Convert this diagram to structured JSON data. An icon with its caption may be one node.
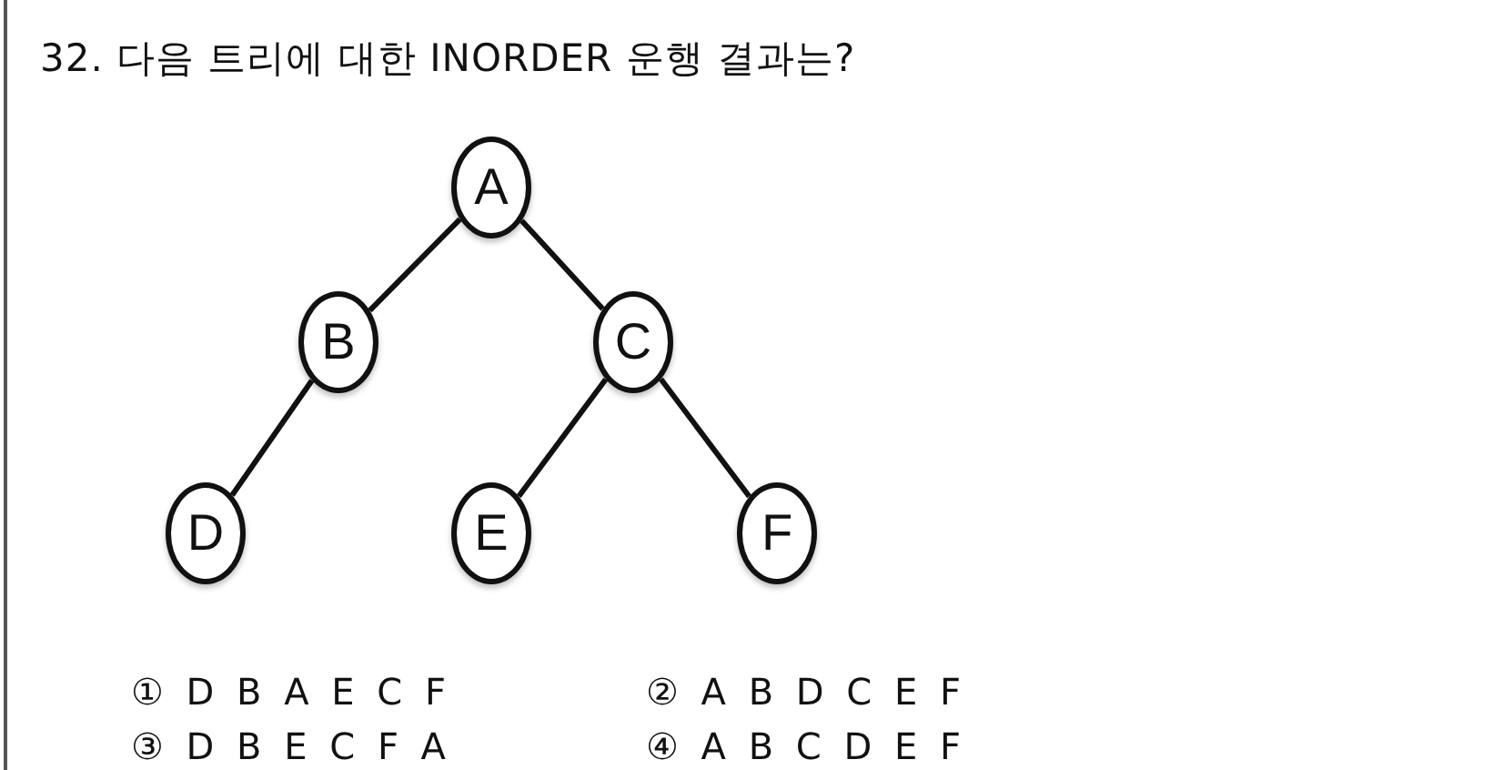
{
  "diagram": {
    "title": "32. 다음 트리에 대한 INORDER 운행 결과는?",
    "nodes": [
      {
        "text": [
          "A"
        ]
      },
      {
        "text": [
          "B"
        ]
      },
      {
        "text": [
          "C"
        ]
      },
      {
        "text": [
          "D"
        ]
      },
      {
        "text": [
          "E"
        ]
      },
      {
        "text": [
          "F"
        ]
      }
    ],
    "edges": [
      {
        "from": 0,
        "to": 1,
        "arrow": "none"
      },
      {
        "from": 0,
        "to": 2,
        "arrow": "none"
      },
      {
        "from": 1,
        "to": 3,
        "arrow": "none"
      },
      {
        "from": 2,
        "to": 4,
        "arrow": "none"
      },
      {
        "from": 2,
        "to": 5,
        "arrow": "none"
      }
    ],
    "labels": [
      "① D B A E C F",
      "② A B D C E F",
      "③ D B E C F A",
      "④ A B C D E F"
    ]
  }
}
